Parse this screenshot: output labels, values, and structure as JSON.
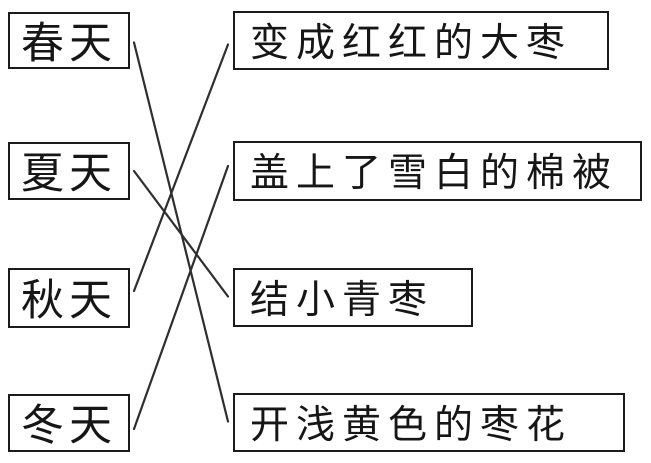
{
  "exercise": {
    "type": "matching",
    "left_items": [
      {
        "label": "春天"
      },
      {
        "label": "夏天"
      },
      {
        "label": "秋天"
      },
      {
        "label": "冬天"
      }
    ],
    "right_items": [
      {
        "label": "变成红红的大枣"
      },
      {
        "label": "盖上了雪白的棉被"
      },
      {
        "label": "结小青枣"
      },
      {
        "label": "开浅黄色的枣花"
      }
    ],
    "connections": [
      {
        "left_index": 0,
        "right_index": 3,
        "left_label": "春天",
        "right_label": "开浅黄色的枣花"
      },
      {
        "left_index": 1,
        "right_index": 2,
        "left_label": "夏天",
        "right_label": "结小青枣"
      },
      {
        "left_index": 2,
        "right_index": 0,
        "left_label": "秋天",
        "right_label": "变成红红的大枣"
      },
      {
        "left_index": 3,
        "right_index": 1,
        "left_label": "冬天",
        "right_label": "盖上了雪白的棉被"
      }
    ],
    "colors": {
      "background": "#ffffff",
      "ink": "#161616",
      "box_border": "#1b1b1b",
      "line": "#2e2e2e"
    }
  }
}
